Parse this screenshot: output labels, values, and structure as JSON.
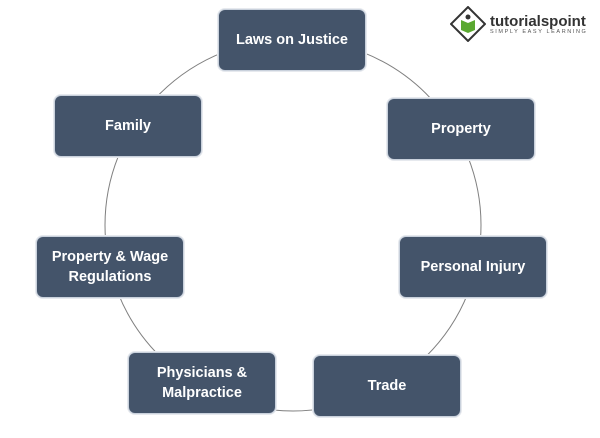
{
  "logo": {
    "name": "tutorialspoint",
    "tagline": "SIMPLY EASY LEARNING"
  },
  "nodes": [
    "Laws on Justice",
    "Property",
    "Personal Injury",
    "Trade",
    "Physicians & Malpractice",
    "Property & Wage Regulations",
    "Family"
  ],
  "colors": {
    "box": "#44546a",
    "ring": "#7f7f7f"
  }
}
